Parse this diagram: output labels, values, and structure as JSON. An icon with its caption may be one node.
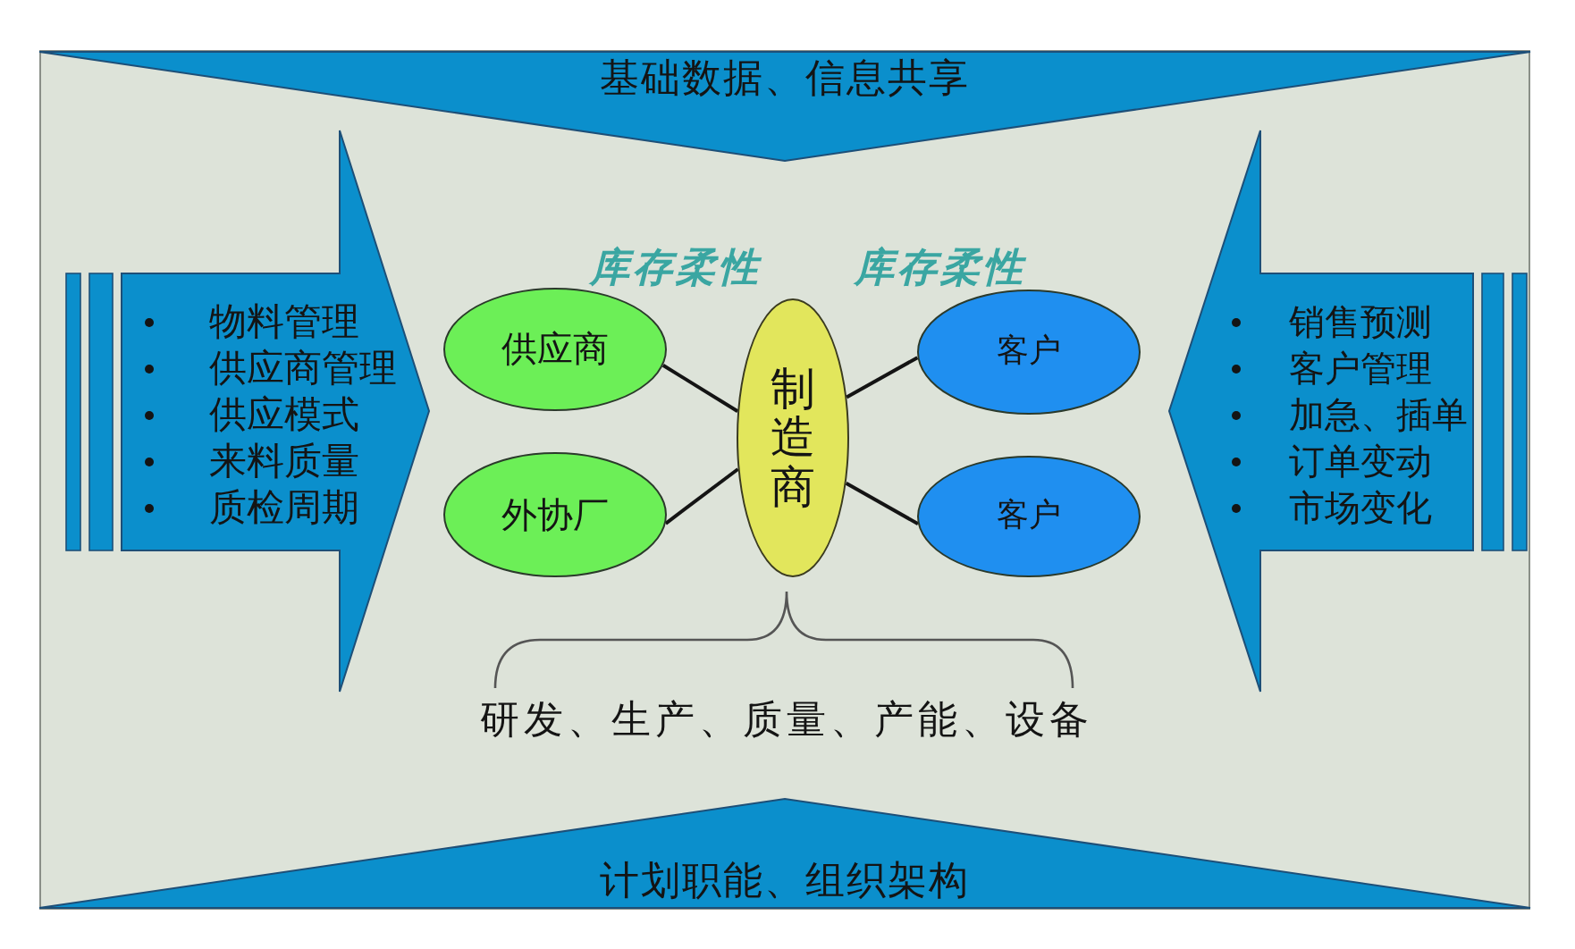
{
  "diagram": {
    "nodes": [
      {
        "text": [
          "基础数据、信息共享"
        ]
      },
      {
        "text": [
          "物料管理",
          "供应商管理",
          "供应模式",
          "来料质量",
          "质检周期"
        ]
      },
      {
        "text": [
          "供应商"
        ]
      },
      {
        "text": [
          "外协厂"
        ]
      },
      {
        "text": [
          "制造商"
        ]
      },
      {
        "text": [
          "客户"
        ]
      },
      {
        "text": [
          "客户"
        ]
      },
      {
        "text": [
          "销售预测",
          "客户管理",
          "加急、插单",
          "订单变动",
          "市场变化"
        ]
      },
      {
        "text": [
          "计划职能、组织架构"
        ]
      }
    ],
    "edges": [
      {
        "from": 2,
        "to": 4,
        "arrow": "none"
      },
      {
        "from": 3,
        "to": 4,
        "arrow": "none"
      },
      {
        "from": 4,
        "to": 5,
        "arrow": "none"
      },
      {
        "from": 4,
        "to": 6,
        "arrow": "none"
      }
    ],
    "labels": [
      "库存柔性",
      "库存柔性",
      "研发、生产、质量、产能、设备"
    ]
  }
}
